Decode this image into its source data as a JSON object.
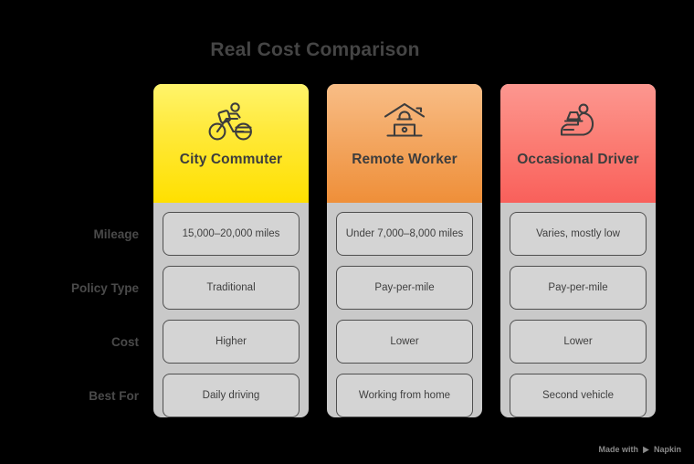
{
  "page": {
    "title": "Real Cost Comparison",
    "background_color": "#000000",
    "title_color": "#454545"
  },
  "row_labels": [
    {
      "label": "Mileage"
    },
    {
      "label": "Policy Type"
    },
    {
      "label": "Cost"
    },
    {
      "label": "Best For"
    }
  ],
  "columns": [
    {
      "id": "city-commuter",
      "title": "City Commuter",
      "icon": "delivery-cyclist-icon",
      "header_colors": {
        "top": "#fff46b",
        "bottom": "#ffe000"
      },
      "cells": [
        "15,000–20,000 miles",
        "Traditional",
        "Higher",
        "Daily driving"
      ]
    },
    {
      "id": "remote-worker",
      "title": "Remote Worker",
      "icon": "home-office-laptop-icon",
      "header_colors": {
        "top": "#f8bd86",
        "bottom": "#ef8f39"
      },
      "cells": [
        "Under 7,000–8,000 miles",
        "Pay-per-mile",
        "Lower",
        "Working from home"
      ]
    },
    {
      "id": "occasional-driver",
      "title": "Occasional Driver",
      "icon": "person-reclining-laptop-icon",
      "header_colors": {
        "top": "#fc9790",
        "bottom": "#f9605b"
      },
      "cells": [
        "Varies, mostly low",
        "Pay-per-mile",
        "Lower",
        "Second vehicle"
      ]
    }
  ],
  "footer": {
    "prefix": "Made with",
    "brand": "Napkin",
    "logo": "napkin-play-logo"
  }
}
